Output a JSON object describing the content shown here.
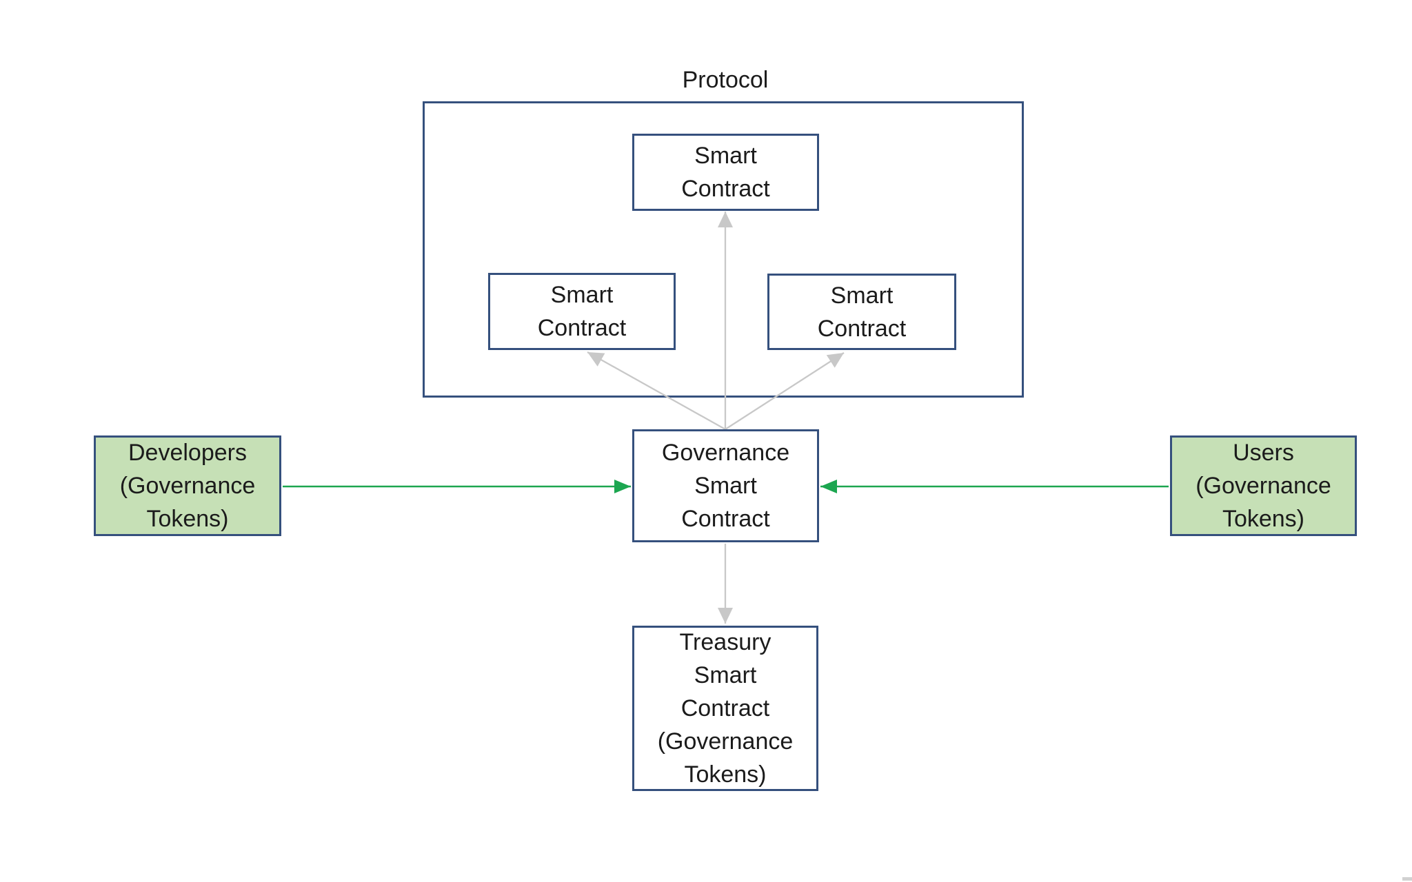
{
  "diagram": {
    "title": "Protocol",
    "nodes": {
      "protocol_container": {
        "label": "Protocol"
      },
      "smart_contract_top": {
        "label": "Smart\nContract"
      },
      "smart_contract_left": {
        "label": "Smart\nContract"
      },
      "smart_contract_right": {
        "label": "Smart\nContract"
      },
      "governance": {
        "label": "Governance\nSmart\nContract"
      },
      "developers": {
        "label": "Developers\n(Governance\nTokens)"
      },
      "users": {
        "label": "Users\n(Governance\nTokens)"
      },
      "treasury": {
        "label": "Treasury\nSmart\nContract\n(Governance\nTokens)"
      }
    },
    "edges": [
      {
        "from": "developers",
        "to": "governance",
        "style": "green-solid-arrow"
      },
      {
        "from": "users",
        "to": "governance",
        "style": "green-solid-arrow"
      },
      {
        "from": "governance",
        "to": "smart_contract_top",
        "style": "gray-solid-arrow"
      },
      {
        "from": "governance",
        "to": "smart_contract_left",
        "style": "gray-solid-arrow"
      },
      {
        "from": "governance",
        "to": "smart_contract_right",
        "style": "gray-solid-arrow"
      },
      {
        "from": "governance",
        "to": "treasury",
        "style": "gray-solid-arrow"
      }
    ]
  },
  "colors": {
    "background": "#ffffff",
    "box_border": "#35507d",
    "box_fill": "#ffffff",
    "green_box_fill": "#c6e0b6",
    "green_arrow": "#1ca650",
    "gray_arrow": "#c8c8c8",
    "text": "#1b1b1b"
  }
}
